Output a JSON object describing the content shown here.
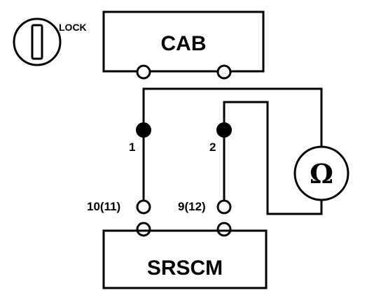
{
  "diagram": {
    "lock_label": "LOCK",
    "top_box_label": "CAB",
    "bottom_box_label": "SRSCM",
    "terminal_left_label": "1",
    "terminal_right_label": "2",
    "pin_left_label": "10(11)",
    "pin_right_label": "9(12)",
    "meter_symbol": "Ω",
    "icons": [
      "ignition-key-icon",
      "ohmmeter-icon"
    ],
    "line_color": "#000000",
    "background_color": "#ffffff"
  }
}
